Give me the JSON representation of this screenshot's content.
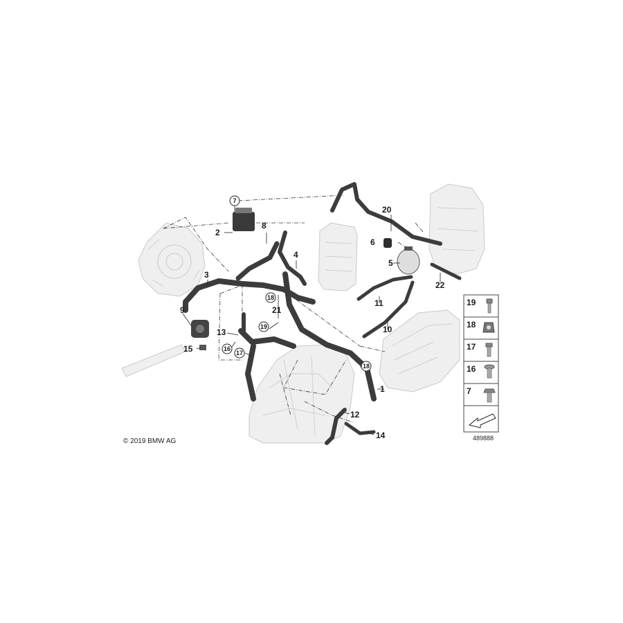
{
  "callouts": {
    "c1": "1",
    "c2": "2",
    "c3": "3",
    "c4": "4",
    "c5": "5",
    "c6": "6",
    "c7": "7",
    "c8": "8",
    "c9": "9",
    "c10": "10",
    "c11": "11",
    "c12": "12",
    "c13": "13",
    "c14": "14",
    "c15": "15",
    "c16": "16",
    "c17": "17",
    "c18a": "18",
    "c18b": "18",
    "c19": "19",
    "c20": "20",
    "c21": "21",
    "c22": "22"
  },
  "legend": {
    "items": [
      "19",
      "18",
      "17",
      "16",
      "7"
    ]
  },
  "footer": {
    "copyright": "© 2019 BMW AG",
    "diagram_number": "489888"
  },
  "colors": {
    "hose": "#3c3c3c",
    "ghost_component": "#efefef",
    "ghost_outline": "#c9c9c9",
    "text": "#1a1a1a"
  }
}
